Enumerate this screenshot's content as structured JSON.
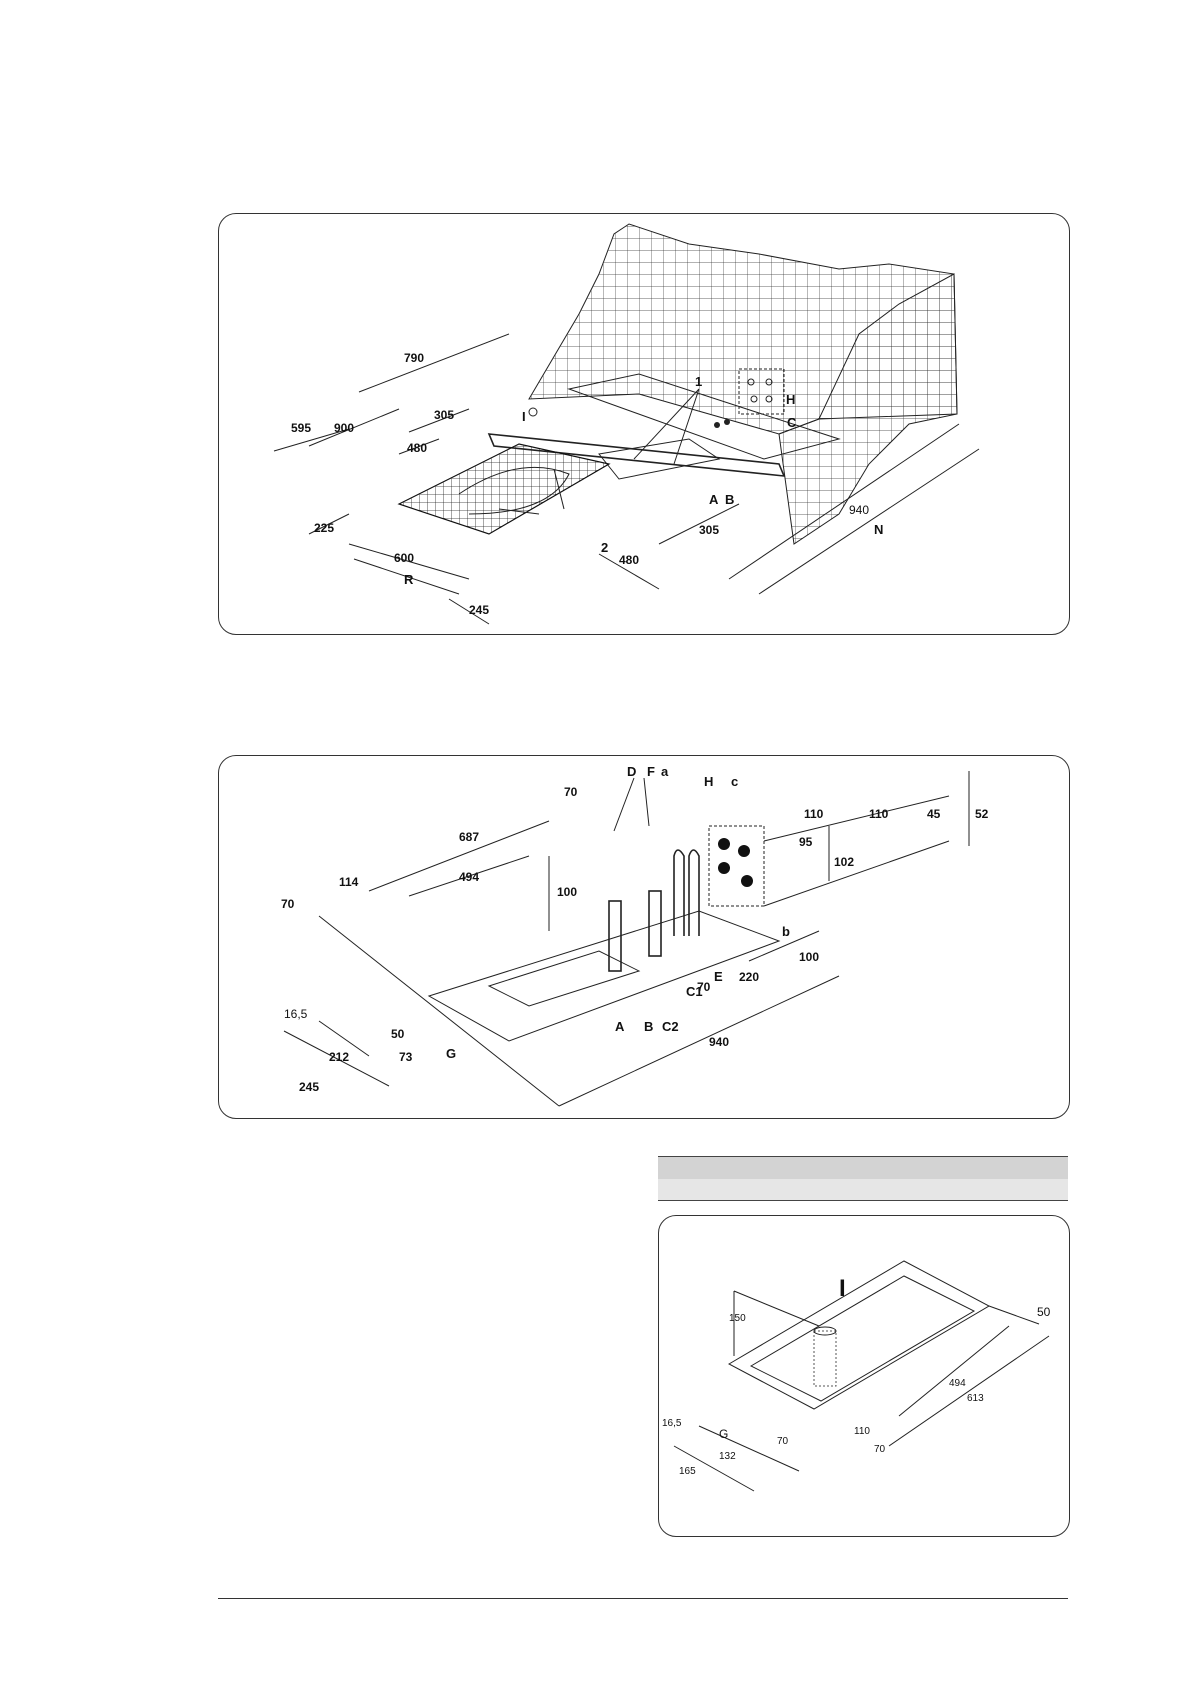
{
  "figure1": {
    "dims": {
      "d790": "790",
      "d595": "595",
      "d900": "900",
      "d305a": "305",
      "d480a": "480",
      "d225": "225",
      "d600": "600",
      "R": "R",
      "d245": "245",
      "d305b": "305",
      "d480b": "480",
      "d940": "940",
      "N": "N"
    },
    "labels": {
      "I": "I",
      "n1": "1",
      "n2": "2",
      "H": "H",
      "C": "C",
      "A": "A",
      "B": "B"
    }
  },
  "figure2": {
    "dims": {
      "d70a": "70",
      "d687": "687",
      "d114": "114",
      "d494": "494",
      "d70b": "70",
      "d100a": "100",
      "d16_5": "16,5",
      "d50": "50",
      "d212": "212",
      "d73": "73",
      "d245": "245",
      "d940": "940",
      "d70c": "70",
      "d220": "220",
      "d100b": "100",
      "d110a": "110",
      "d110b": "110",
      "d45": "45",
      "d52": "52",
      "d95": "95",
      "d102": "102"
    },
    "labels": {
      "D": "D",
      "F": "F",
      "a": "a",
      "H": "H",
      "c": "c",
      "b": "b",
      "G": "G",
      "A": "A",
      "B": "B",
      "C2": "C2",
      "C1": "C1",
      "E": "E"
    }
  },
  "figure3": {
    "dims": {
      "d150": "150",
      "d50": "50",
      "d494": "494",
      "d613": "613",
      "d16_5": "16,5",
      "d132": "132",
      "d165": "165",
      "d70a": "70",
      "d110": "110",
      "d70b": "70"
    },
    "labels": {
      "I": "I",
      "G": "G"
    }
  },
  "colors": {
    "line": "#222222",
    "table_header": "#d3d3d3",
    "table_row": "#e6e6e6"
  }
}
